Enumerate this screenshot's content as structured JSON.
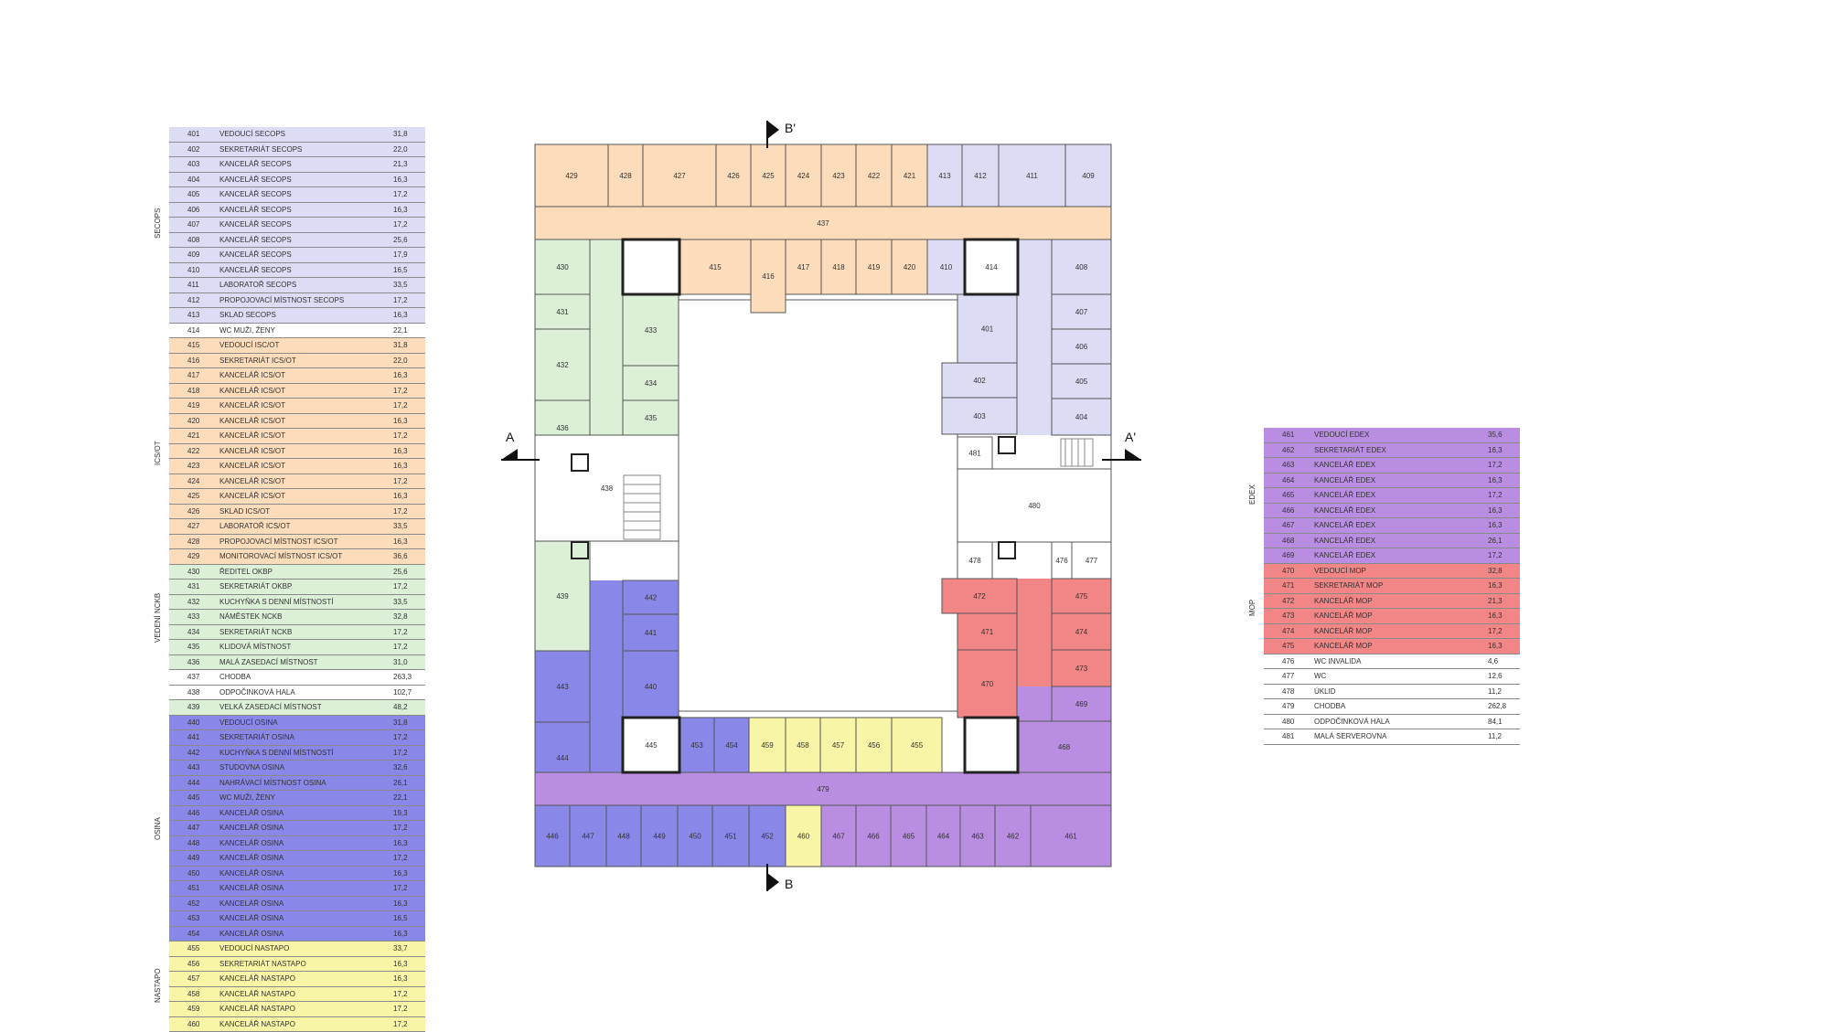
{
  "colors": {
    "SECOPS": "#dddcf5",
    "ICS/OT": "#fcdcba",
    "VEDENÍ NCKB": "#dcf0d8",
    "OSINA": "#8988e8",
    "NASTAPO": "#f9f5a6",
    "EDEX": "#b98ee2",
    "MOP": "#f28686",
    "common": "#ffffff"
  },
  "left_table": {
    "groups": [
      {
        "label": "SECOPS",
        "start": 0,
        "end": 12
      },
      {
        "label": "ICS/OT",
        "start": 14,
        "end": 28
      },
      {
        "label": "VEDENÍ NCKB",
        "start": 29,
        "end": 35
      },
      {
        "label": "OSINA",
        "start": 39,
        "end": 53
      },
      {
        "label": "NASTAPO",
        "start": 54,
        "end": 59
      }
    ],
    "rows": [
      {
        "num": "401",
        "name": "VEDOUCÍ SECOPS",
        "area": "31,8",
        "color": "#dddcf5"
      },
      {
        "num": "402",
        "name": "SEKRETARIÁT SECOPS",
        "area": "22,0",
        "color": "#dddcf5"
      },
      {
        "num": "403",
        "name": "KANCELÁŘ SECOPS",
        "area": "21,3",
        "color": "#dddcf5"
      },
      {
        "num": "404",
        "name": "KANCELÁŘ SECOPS",
        "area": "16,3",
        "color": "#dddcf5"
      },
      {
        "num": "405",
        "name": "KANCELÁŘ SECOPS",
        "area": "17,2",
        "color": "#dddcf5"
      },
      {
        "num": "406",
        "name": "KANCELÁŘ SECOPS",
        "area": "16,3",
        "color": "#dddcf5"
      },
      {
        "num": "407",
        "name": "KANCELÁŘ SECOPS",
        "area": "17,2",
        "color": "#dddcf5"
      },
      {
        "num": "408",
        "name": "KANCELÁŘ SECOPS",
        "area": "25,6",
        "color": "#dddcf5"
      },
      {
        "num": "409",
        "name": "KANCELÁŘ SECOPS",
        "area": "17,9",
        "color": "#dddcf5"
      },
      {
        "num": "410",
        "name": "KANCELÁŘ SECOPS",
        "area": "16,5",
        "color": "#dddcf5"
      },
      {
        "num": "411",
        "name": "LABORATOŘ SECOPS",
        "area": "33,5",
        "color": "#dddcf5"
      },
      {
        "num": "412",
        "name": "PROPOJOVACÍ MÍSTNOST SECOPS",
        "area": "17,2",
        "color": "#dddcf5"
      },
      {
        "num": "413",
        "name": "SKLAD SECOPS",
        "area": "16,3",
        "color": "#dddcf5"
      },
      {
        "num": "414",
        "name": "WC MUŽI, ŽENY",
        "area": "22,1",
        "color": "#ffffff"
      },
      {
        "num": "415",
        "name": "VEDOUCÍ ISC/OT",
        "area": "31,8",
        "color": "#fcdcba"
      },
      {
        "num": "416",
        "name": "SEKRETARIÁT ICS/OT",
        "area": "22,0",
        "color": "#fcdcba"
      },
      {
        "num": "417",
        "name": "KANCELÁŘ ICS/OT",
        "area": "16,3",
        "color": "#fcdcba"
      },
      {
        "num": "418",
        "name": "KANCELÁŘ ICS/OT",
        "area": "17,2",
        "color": "#fcdcba"
      },
      {
        "num": "419",
        "name": "KANCELÁŘ ICS/OT",
        "area": "17,2",
        "color": "#fcdcba"
      },
      {
        "num": "420",
        "name": "KANCELÁŘ ICS/OT",
        "area": "16,3",
        "color": "#fcdcba"
      },
      {
        "num": "421",
        "name": "KANCELÁŘ ICS/OT",
        "area": "17,2",
        "color": "#fcdcba"
      },
      {
        "num": "422",
        "name": "KANCELÁŘ ICS/OT",
        "area": "16,3",
        "color": "#fcdcba"
      },
      {
        "num": "423",
        "name": "KANCELÁŘ ICS/OT",
        "area": "16,3",
        "color": "#fcdcba"
      },
      {
        "num": "424",
        "name": "KANCELÁŘ ICS/OT",
        "area": "17,2",
        "color": "#fcdcba"
      },
      {
        "num": "425",
        "name": "KANCELÁŘ ICS/OT",
        "area": "16,3",
        "color": "#fcdcba"
      },
      {
        "num": "426",
        "name": "SKLAD ICS/OT",
        "area": "17,2",
        "color": "#fcdcba"
      },
      {
        "num": "427",
        "name": "LABORATOŘ ICS/OT",
        "area": "33,5",
        "color": "#fcdcba"
      },
      {
        "num": "428",
        "name": "PROPOJOVACÍ MÍSTNOST ICS/OT",
        "area": "16,3",
        "color": "#fcdcba"
      },
      {
        "num": "429",
        "name": "MONITOROVACÍ MÍSTNOST ICS/OT",
        "area": "36,6",
        "color": "#fcdcba"
      },
      {
        "num": "430",
        "name": "ŘEDITEL OKBP",
        "area": "25,6",
        "color": "#dcf0d8"
      },
      {
        "num": "431",
        "name": "SEKRETARIÁT OKBP",
        "area": "17,2",
        "color": "#dcf0d8"
      },
      {
        "num": "432",
        "name": "KUCHYŇKA S DENNÍ MÍSTNOSTÍ",
        "area": "33,5",
        "color": "#dcf0d8"
      },
      {
        "num": "433",
        "name": "NÁMĚSTEK NCKB",
        "area": "32,8",
        "color": "#dcf0d8"
      },
      {
        "num": "434",
        "name": "SEKRETARIÁT NCKB",
        "area": "17,2",
        "color": "#dcf0d8"
      },
      {
        "num": "435",
        "name": "KLIDOVÁ MÍSTNOST",
        "area": "17,2",
        "color": "#dcf0d8"
      },
      {
        "num": "436",
        "name": "MALÁ ZASEDACÍ MÍSTNOST",
        "area": "31,0",
        "color": "#dcf0d8"
      },
      {
        "num": "437",
        "name": "CHODBA",
        "area": "263,3",
        "color": "#ffffff"
      },
      {
        "num": "438",
        "name": "ODPOČINKOVÁ HALA",
        "area": "102,7",
        "color": "#ffffff"
      },
      {
        "num": "439",
        "name": "VELKÁ ZASEDACÍ MÍSTNOST",
        "area": "48,2",
        "color": "#dcf0d8"
      },
      {
        "num": "440",
        "name": "VEDOUCÍ OSINA",
        "area": "31,8",
        "color": "#8988e8"
      },
      {
        "num": "441",
        "name": "SEKRETARIÁT OSINA",
        "area": "17,2",
        "color": "#8988e8"
      },
      {
        "num": "442",
        "name": "KUCHYŇKA S DENNÍ MÍSTNOSTÍ",
        "area": "17,2",
        "color": "#8988e8"
      },
      {
        "num": "443",
        "name": "STUDOVNA OSINA",
        "area": "32,6",
        "color": "#8988e8"
      },
      {
        "num": "444",
        "name": "NAHRÁVACÍ MÍSTNOST OSINA",
        "area": "26,1",
        "color": "#8988e8"
      },
      {
        "num": "445",
        "name": "WC MUŽI, ŽENY",
        "area": "22,1",
        "color": "#8988e8"
      },
      {
        "num": "446",
        "name": "KANCELÁŘ OSINA",
        "area": "19,3",
        "color": "#8988e8"
      },
      {
        "num": "447",
        "name": "KANCELÁŘ OSINA",
        "area": "17,2",
        "color": "#8988e8"
      },
      {
        "num": "448",
        "name": "KANCELÁŘ OSINA",
        "area": "16,3",
        "color": "#8988e8"
      },
      {
        "num": "449",
        "name": "KANCELÁŘ OSINA",
        "area": "17,2",
        "color": "#8988e8"
      },
      {
        "num": "450",
        "name": "KANCELÁŘ OSINA",
        "area": "16,3",
        "color": "#8988e8"
      },
      {
        "num": "451",
        "name": "KANCELÁŘ OSINA",
        "area": "17,2",
        "color": "#8988e8"
      },
      {
        "num": "452",
        "name": "KANCELÁŘ OSINA",
        "area": "16,3",
        "color": "#8988e8"
      },
      {
        "num": "453",
        "name": "KANCELÁŘ OSINA",
        "area": "16,5",
        "color": "#8988e8"
      },
      {
        "num": "454",
        "name": "KANCELÁŘ OSINA",
        "area": "16,3",
        "color": "#8988e8"
      },
      {
        "num": "455",
        "name": "VEDOUCÍ NASTAPO",
        "area": "33,7",
        "color": "#f9f5a6"
      },
      {
        "num": "456",
        "name": "SEKRETARIÁT NASTAPO",
        "area": "16,3",
        "color": "#f9f5a6"
      },
      {
        "num": "457",
        "name": "KANCELÁŘ NASTAPO",
        "area": "16,3",
        "color": "#f9f5a6"
      },
      {
        "num": "458",
        "name": "KANCELÁŘ NASTAPO",
        "area": "17,2",
        "color": "#f9f5a6"
      },
      {
        "num": "459",
        "name": "KANCELÁŘ NASTAPO",
        "area": "17,2",
        "color": "#f9f5a6"
      },
      {
        "num": "460",
        "name": "KANCELÁŘ NASTAPO",
        "area": "17,2",
        "color": "#f9f5a6"
      }
    ]
  },
  "right_table": {
    "groups": [
      {
        "label": "EDEX",
        "start": 0,
        "end": 8
      },
      {
        "label": "MOP",
        "start": 9,
        "end": 14
      }
    ],
    "rows": [
      {
        "num": "461",
        "name": "VEDOUCÍ EDEX",
        "area": "35,6",
        "color": "#b98ee2"
      },
      {
        "num": "462",
        "name": "SEKRETARIÁT EDEX",
        "area": "16,3",
        "color": "#b98ee2"
      },
      {
        "num": "463",
        "name": "KANCELÁŘ EDEX",
        "area": "17,2",
        "color": "#b98ee2"
      },
      {
        "num": "464",
        "name": "KANCELÁŘ EDEX",
        "area": "16,3",
        "color": "#b98ee2"
      },
      {
        "num": "465",
        "name": "KANCELÁŘ EDEX",
        "area": "17,2",
        "color": "#b98ee2"
      },
      {
        "num": "466",
        "name": "KANCELÁŘ EDEX",
        "area": "16,3",
        "color": "#b98ee2"
      },
      {
        "num": "467",
        "name": "KANCELÁŘ EDEX",
        "area": "16,3",
        "color": "#b98ee2"
      },
      {
        "num": "468",
        "name": "KANCELÁŘ EDEX",
        "area": "26,1",
        "color": "#b98ee2"
      },
      {
        "num": "469",
        "name": "KANCELÁŘ EDEX",
        "area": "17,2",
        "color": "#b98ee2"
      },
      {
        "num": "470",
        "name": "VEDOUCÍ MOP",
        "area": "32,8",
        "color": "#f28686"
      },
      {
        "num": "471",
        "name": "SEKRETARIÁT MOP",
        "area": "16,3",
        "color": "#f28686"
      },
      {
        "num": "472",
        "name": "KANCELÁŘ MOP",
        "area": "21,3",
        "color": "#f28686"
      },
      {
        "num": "473",
        "name": "KANCELÁŘ MOP",
        "area": "16,3",
        "color": "#f28686"
      },
      {
        "num": "474",
        "name": "KANCELÁŘ MOP",
        "area": "17,2",
        "color": "#f28686"
      },
      {
        "num": "475",
        "name": "KANCELÁŘ MOP",
        "area": "16,3",
        "color": "#f28686"
      },
      {
        "num": "476",
        "name": "WC INVALIDA",
        "area": "4,6",
        "color": "#ffffff"
      },
      {
        "num": "477",
        "name": "WC",
        "area": "12,6",
        "color": "#ffffff"
      },
      {
        "num": "478",
        "name": "ÚKLID",
        "area": "11,2",
        "color": "#ffffff"
      },
      {
        "num": "479",
        "name": "CHODBA",
        "area": "262,8",
        "color": "#ffffff"
      },
      {
        "num": "480",
        "name": "ODPOČINKOVÁ HALA",
        "area": "84,1",
        "color": "#ffffff"
      },
      {
        "num": "481",
        "name": "MALÁ SERVEROVNA",
        "area": "11,2",
        "color": "#ffffff"
      }
    ]
  },
  "section_marks": {
    "a": "A",
    "a_prime": "A'",
    "b": "B",
    "b_prime": "B'"
  },
  "plan_rooms": [
    {
      "num": "429",
      "color": "#fcdcba"
    },
    {
      "num": "428",
      "color": "#fcdcba"
    },
    {
      "num": "427",
      "color": "#fcdcba"
    },
    {
      "num": "426",
      "color": "#fcdcba"
    },
    {
      "num": "425",
      "color": "#fcdcba"
    },
    {
      "num": "424",
      "color": "#fcdcba"
    },
    {
      "num": "423",
      "color": "#fcdcba"
    },
    {
      "num": "422",
      "color": "#fcdcba"
    },
    {
      "num": "421",
      "color": "#fcdcba"
    },
    {
      "num": "413",
      "color": "#dddcf5"
    },
    {
      "num": "412",
      "color": "#dddcf5"
    },
    {
      "num": "411",
      "color": "#dddcf5"
    },
    {
      "num": "409",
      "color": "#dddcf5"
    },
    {
      "num": "437",
      "color": "#fcdcba"
    },
    {
      "num": "415",
      "color": "#fcdcba"
    },
    {
      "num": "416",
      "color": "#fcdcba"
    },
    {
      "num": "417",
      "color": "#fcdcba"
    },
    {
      "num": "418",
      "color": "#fcdcba"
    },
    {
      "num": "419",
      "color": "#fcdcba"
    },
    {
      "num": "420",
      "color": "#fcdcba"
    },
    {
      "num": "410",
      "color": "#dddcf5"
    },
    {
      "num": "414",
      "color": "#ffffff"
    },
    {
      "num": "430",
      "color": "#dcf0d8"
    },
    {
      "num": "431",
      "color": "#dcf0d8"
    },
    {
      "num": "432",
      "color": "#dcf0d8"
    },
    {
      "num": "433",
      "color": "#dcf0d8"
    },
    {
      "num": "434",
      "color": "#dcf0d8"
    },
    {
      "num": "435",
      "color": "#dcf0d8"
    },
    {
      "num": "436",
      "color": "#dcf0d8"
    },
    {
      "num": "438",
      "color": "#ffffff"
    },
    {
      "num": "439",
      "color": "#dcf0d8"
    },
    {
      "num": "408",
      "color": "#dddcf5"
    },
    {
      "num": "407",
      "color": "#dddcf5"
    },
    {
      "num": "406",
      "color": "#dddcf5"
    },
    {
      "num": "405",
      "color": "#dddcf5"
    },
    {
      "num": "404",
      "color": "#dddcf5"
    },
    {
      "num": "401",
      "color": "#dddcf5"
    },
    {
      "num": "402",
      "color": "#dddcf5"
    },
    {
      "num": "403",
      "color": "#dddcf5"
    },
    {
      "num": "481",
      "color": "#ffffff"
    },
    {
      "num": "480",
      "color": "#ffffff"
    },
    {
      "num": "478",
      "color": "#ffffff"
    },
    {
      "num": "476",
      "color": "#ffffff"
    },
    {
      "num": "477",
      "color": "#ffffff"
    },
    {
      "num": "472",
      "color": "#f28686"
    },
    {
      "num": "475",
      "color": "#f28686"
    },
    {
      "num": "471",
      "color": "#f28686"
    },
    {
      "num": "474",
      "color": "#f28686"
    },
    {
      "num": "470",
      "color": "#f28686"
    },
    {
      "num": "473",
      "color": "#f28686"
    },
    {
      "num": "469",
      "color": "#b98ee2"
    },
    {
      "num": "468",
      "color": "#b98ee2"
    },
    {
      "num": "442",
      "color": "#8988e8"
    },
    {
      "num": "441",
      "color": "#8988e8"
    },
    {
      "num": "443",
      "color": "#8988e8"
    },
    {
      "num": "440",
      "color": "#8988e8"
    },
    {
      "num": "444",
      "color": "#8988e8"
    },
    {
      "num": "445",
      "color": "#ffffff"
    },
    {
      "num": "453",
      "color": "#8988e8"
    },
    {
      "num": "454",
      "color": "#8988e8"
    },
    {
      "num": "459",
      "color": "#f9f5a6"
    },
    {
      "num": "458",
      "color": "#f9f5a6"
    },
    {
      "num": "457",
      "color": "#f9f5a6"
    },
    {
      "num": "456",
      "color": "#f9f5a6"
    },
    {
      "num": "455",
      "color": "#f9f5a6"
    },
    {
      "num": "479",
      "color": "#b98ee2"
    },
    {
      "num": "446",
      "color": "#8988e8"
    },
    {
      "num": "447",
      "color": "#8988e8"
    },
    {
      "num": "448",
      "color": "#8988e8"
    },
    {
      "num": "449",
      "color": "#8988e8"
    },
    {
      "num": "450",
      "color": "#8988e8"
    },
    {
      "num": "451",
      "color": "#8988e8"
    },
    {
      "num": "452",
      "color": "#8988e8"
    },
    {
      "num": "460",
      "color": "#f9f5a6"
    },
    {
      "num": "467",
      "color": "#b98ee2"
    },
    {
      "num": "466",
      "color": "#b98ee2"
    },
    {
      "num": "465",
      "color": "#b98ee2"
    },
    {
      "num": "464",
      "color": "#b98ee2"
    },
    {
      "num": "463",
      "color": "#b98ee2"
    },
    {
      "num": "462",
      "color": "#b98ee2"
    },
    {
      "num": "461",
      "color": "#b98ee2"
    }
  ]
}
